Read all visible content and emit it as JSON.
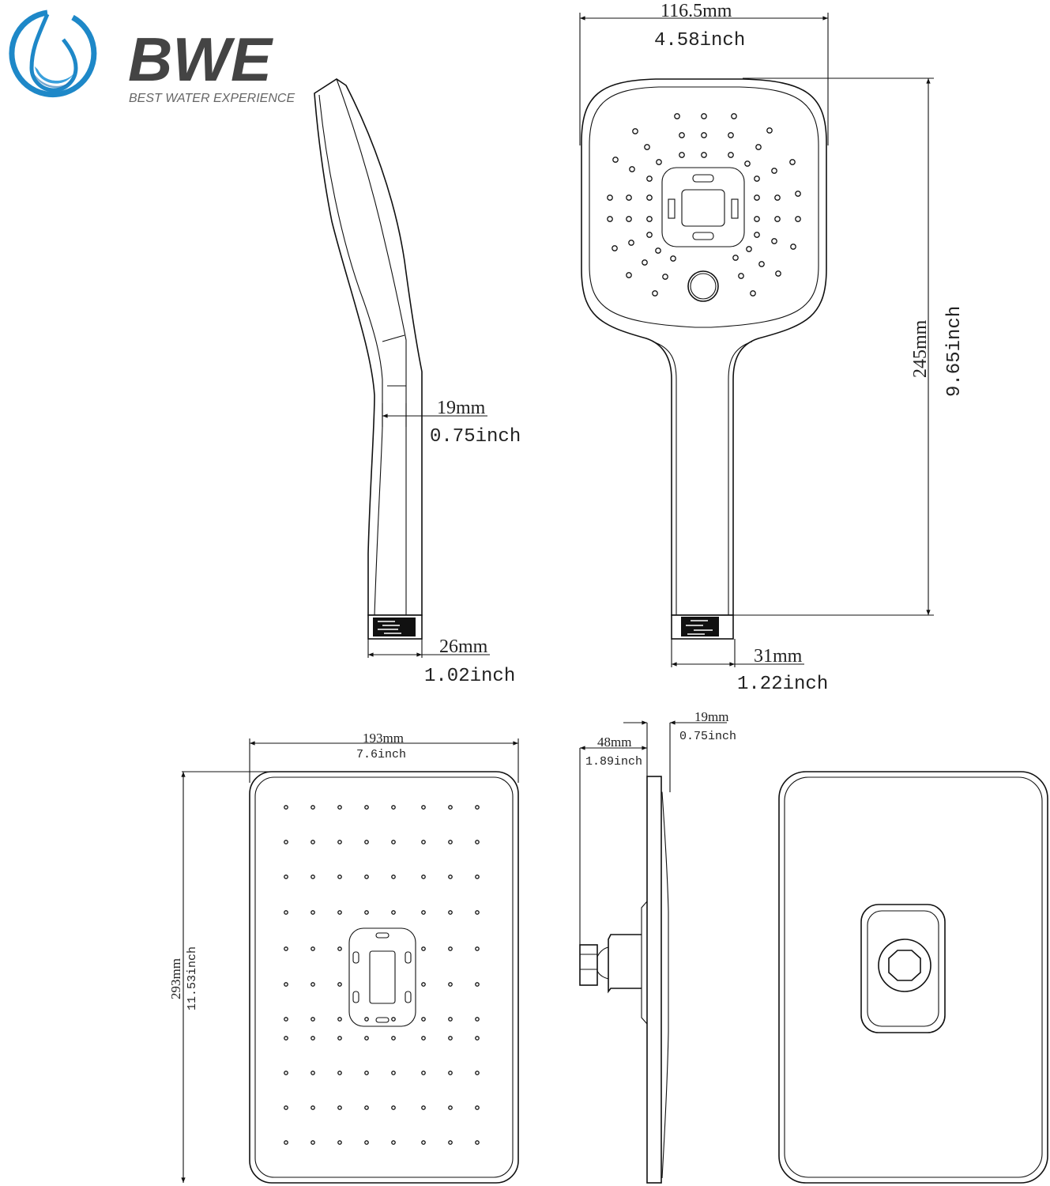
{
  "brand": {
    "name": "BWE",
    "tagline": "BEST WATER EXPERIENCE",
    "colors": {
      "ring": "#1e88c8",
      "drop": "#3aa0dc",
      "wordmark": "#444444",
      "tagline": "#666666"
    }
  },
  "handheld": {
    "side_view": {
      "handle_width": {
        "mm": "19mm",
        "inch": "0.75inch"
      },
      "connector_width": {
        "mm": "26mm",
        "inch": "1.02inch"
      }
    },
    "front_view": {
      "head_width": {
        "mm": "116.5mm",
        "inch": "4.58inch"
      },
      "total_length": {
        "mm": "245mm",
        "inch": "9.65inch"
      },
      "connector_width": {
        "mm": "31mm",
        "inch": "1.22inch"
      }
    }
  },
  "rain_head": {
    "front_view": {
      "width": {
        "mm": "193mm",
        "inch": "7.6inch"
      },
      "height": {
        "mm": "293mm",
        "inch": "11.53inch"
      }
    },
    "side_view": {
      "depth": {
        "mm": "48mm",
        "inch": "1.89inch"
      },
      "plate_thickness": {
        "mm": "19mm",
        "inch": "0.75inch"
      }
    }
  },
  "colors": {
    "line": "#111111",
    "background": "#ffffff"
  }
}
